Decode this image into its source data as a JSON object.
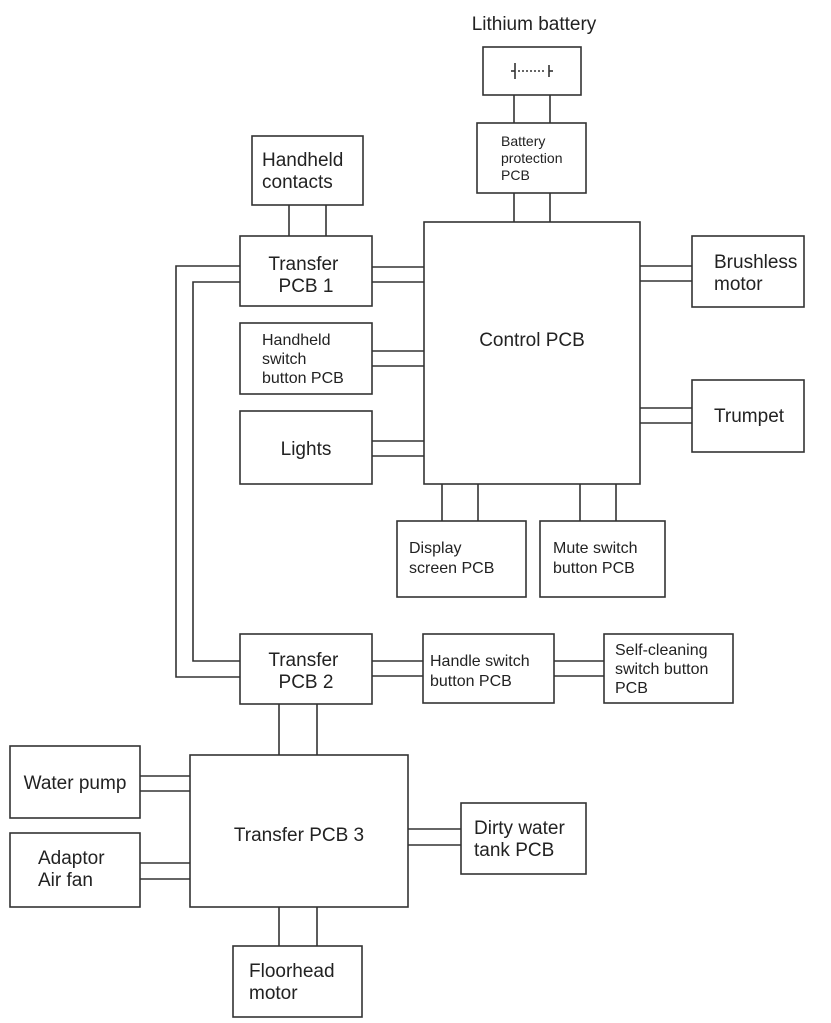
{
  "diagram": {
    "battery_title": "Lithium battery",
    "battery_icon": "battery-symbol-icon",
    "blocks": {
      "battery_protection": [
        "Battery",
        "protection",
        "PCB"
      ],
      "handheld_contacts": [
        "Handheld",
        "contacts"
      ],
      "transfer1": [
        "Transfer",
        "PCB 1"
      ],
      "control": [
        "Control PCB"
      ],
      "brushless": [
        "Brushless",
        "motor"
      ],
      "handheld_switch": [
        "Handheld",
        "switch",
        "button PCB"
      ],
      "trumpet": [
        "Trumpet"
      ],
      "lights": [
        "Lights"
      ],
      "display": [
        "Display",
        "screen PCB"
      ],
      "mute": [
        "Mute switch",
        "button PCB"
      ],
      "transfer2": [
        "Transfer",
        "PCB 2"
      ],
      "handle_switch": [
        "Handle switch",
        "button PCB"
      ],
      "self_cleaning": [
        "Self-cleaning",
        "switch button",
        "PCB"
      ],
      "water_pump": [
        "Water pump"
      ],
      "transfer3": [
        "Transfer PCB 3"
      ],
      "adaptor": [
        "Adaptor",
        "Air fan"
      ],
      "dirty_water": [
        "Dirty water",
        "tank PCB"
      ],
      "floorhead": [
        "Floorhead",
        "motor"
      ]
    }
  }
}
